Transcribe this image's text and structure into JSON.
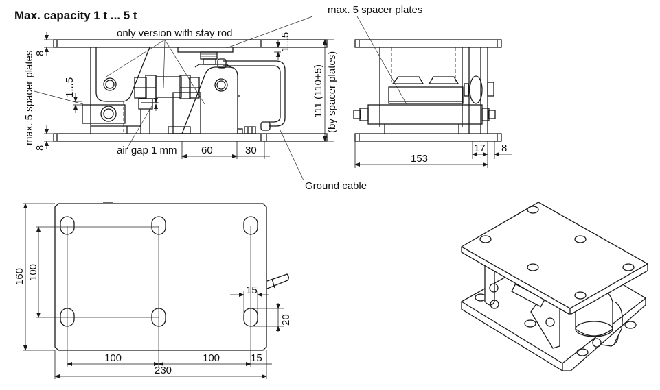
{
  "title": "Max. capacity 1 t ... 5 t",
  "side_view": {
    "label_stay_rod": "only version with stay rod",
    "label_spacer_plates_top": "max. 5 spacer plates",
    "label_spacer_plates_left": "max. 5 spacer plates",
    "label_air_gap": "air gap 1 mm",
    "label_ground_cable": "Ground cable",
    "dim_top_plate": "8",
    "dim_bottom_plate": "8",
    "dim_spacer_left": "1...5",
    "dim_spacer_right": "1...5",
    "dim_60": "60",
    "dim_30": "30",
    "dim_height": "111 (110+5)",
    "dim_height_note": "(by spacer plates)"
  },
  "end_view": {
    "dim_width": "153",
    "dim_17": "17",
    "dim_8": "8"
  },
  "plan_view": {
    "dim_total_height": "160",
    "dim_hole_spacing_v": "100",
    "dim_hole_spacing_h1": "100",
    "dim_hole_spacing_h2": "100",
    "dim_edge_right": "15",
    "dim_total_width": "230",
    "dim_slot_width": "15",
    "dim_slot_length": "20"
  },
  "iso_view": {
    "description": "isometric view of load cell mount"
  }
}
